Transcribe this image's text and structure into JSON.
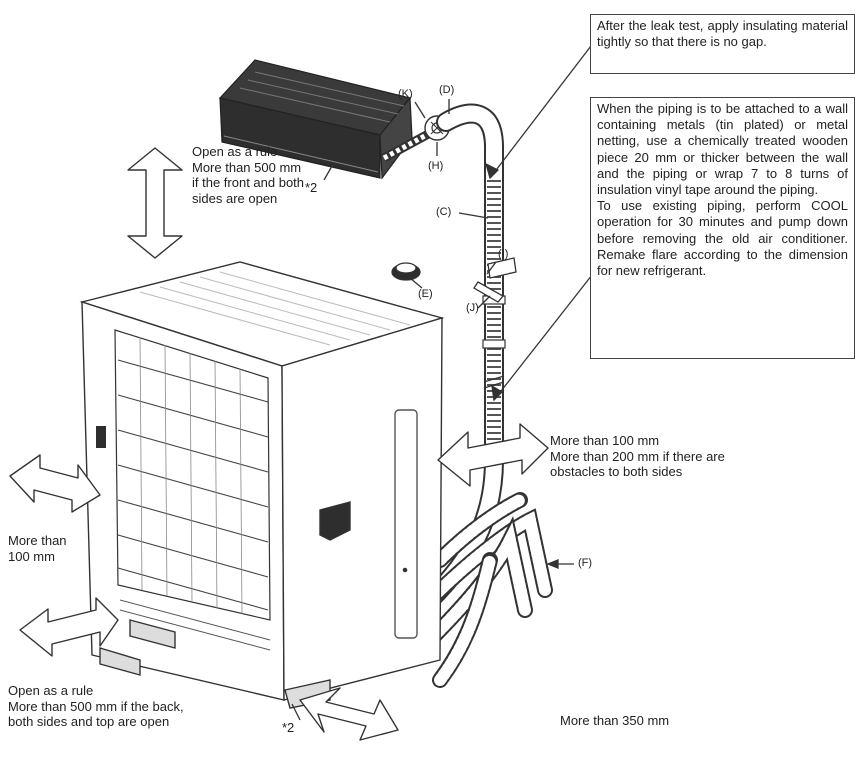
{
  "notes": {
    "leak_test": "After the leak test, apply insulating material tightly so that there is no gap.",
    "metal_wall": "When the piping is to be attached to a wall containing metals (tin plated) or metal netting, use a chemically treated wooden piece 20 mm or thicker between the wall and the piping or wrap 7 to 8 turns of insulation vinyl tape around the piping.",
    "existing_piping": "To use existing piping, perform COOL operation for 30 minutes and pump down before removing the old air conditioner. Remake flare according to the dimension for new refrigerant."
  },
  "clearances": {
    "top": "Open as a rule\nMore than 500 mm\nif the front and both\nsides are open",
    "left": "More than\n100 mm",
    "back": "Open as a rule\nMore than 500 mm if the back,\nboth sides and top are open",
    "right_side": "More than 100 mm\nMore than 200 mm if there are\nobstacles to both sides",
    "front": "More than 350 mm"
  },
  "part_labels": {
    "K": "(K)",
    "D": "(D)",
    "H": "(H)",
    "C": "(C)",
    "I": "(I)",
    "E": "(E)",
    "J": "(J)",
    "F": "(F)",
    "note_indoor": "*2",
    "note_outdoor": "*2"
  },
  "colors": {
    "line": "#333333",
    "fill": "#ffffff",
    "dark": "#2b2b2b",
    "grey": "#9a9a9a"
  }
}
